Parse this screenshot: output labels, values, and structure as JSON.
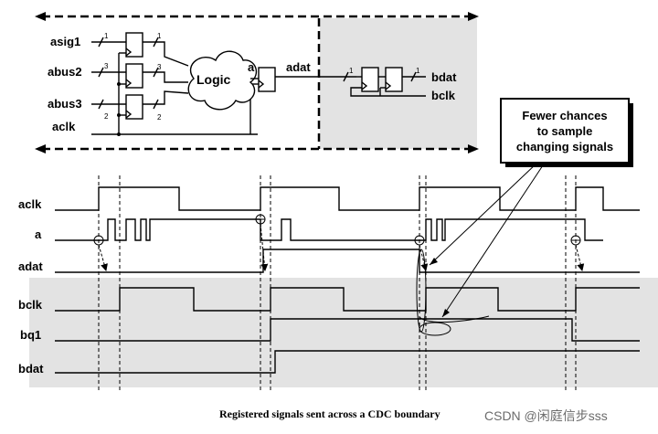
{
  "schematic": {
    "inputs": [
      "asig1",
      "abus2",
      "abus3",
      "aclk"
    ],
    "bus_widths": [
      "1",
      "3",
      "2",
      "1",
      "3",
      "2",
      "1",
      "1"
    ],
    "logic_label": "Logic",
    "node_a": "a",
    "node_adat": "adat",
    "outputs": [
      "bdat",
      "bclk"
    ]
  },
  "callout": {
    "lines": [
      "Fewer chances",
      "to sample",
      "changing signals"
    ]
  },
  "waveforms": {
    "labels": [
      "aclk",
      "a",
      "adat",
      "bclk",
      "bq1",
      "bdat"
    ]
  },
  "caption": "Registered signals sent across a CDC boundary",
  "watermark": "CSDN @闲庭信步sss",
  "colors": {
    "shade": "#e3e3e3",
    "line": "#000000"
  }
}
